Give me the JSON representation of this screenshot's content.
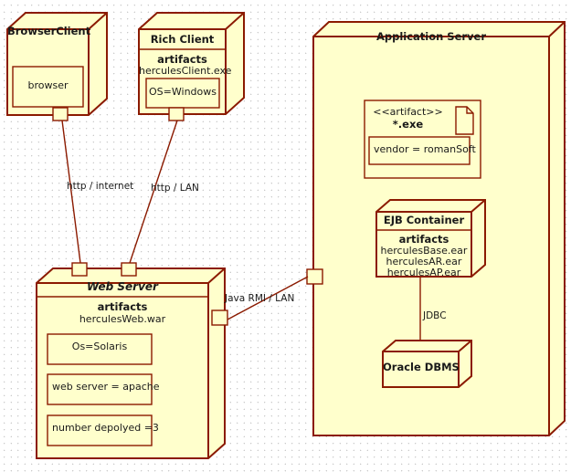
{
  "diagram": {
    "type": "uml-deployment-diagram",
    "colors": {
      "node_fill": "#FFFFCC",
      "node_border": "#8B1A00",
      "connector": "#8B1A00",
      "text": "#1a1a1a",
      "canvas": "#FFFFFF",
      "grid_dot": "#b9b9b9"
    }
  },
  "nodes": {
    "browser_client": {
      "title": "BrowserClient",
      "property": "browser"
    },
    "rich_client": {
      "title": "Rich Client",
      "artifacts_header": "artifacts",
      "artifacts": [
        "herculesClient.exe"
      ],
      "property": "OS=Windows"
    },
    "web_server": {
      "title": "Web Server",
      "artifacts_header": "artifacts",
      "artifacts": [
        "herculesWeb.war"
      ],
      "properties": [
        "Os=Solaris",
        "web server = apache",
        "number depolyed =3"
      ]
    },
    "application_server": {
      "title": "Application Server"
    },
    "exe_artifact": {
      "stereotype": "<<artifact>>",
      "name": "*.exe",
      "property": "vendor = romanSoft",
      "icon": "document-icon"
    },
    "ejb_container": {
      "title": "EJB Container",
      "artifacts_header": "artifacts",
      "artifacts": [
        "herculesBase.ear",
        "herculesAR.ear",
        "herculesAP.ear"
      ]
    },
    "oracle_dbms": {
      "title": "Oracle DBMS"
    }
  },
  "connections": [
    {
      "id": "browser-to-web",
      "label": "http / internet",
      "from": "browser_client",
      "to": "web_server"
    },
    {
      "id": "rich-to-web",
      "label": "http / LAN",
      "from": "rich_client",
      "to": "web_server"
    },
    {
      "id": "web-to-app",
      "label": "Java RMI / LAN",
      "from": "web_server",
      "to": "application_server"
    },
    {
      "id": "ejb-to-oracle",
      "label": "JDBC",
      "from": "ejb_container",
      "to": "oracle_dbms"
    }
  ]
}
